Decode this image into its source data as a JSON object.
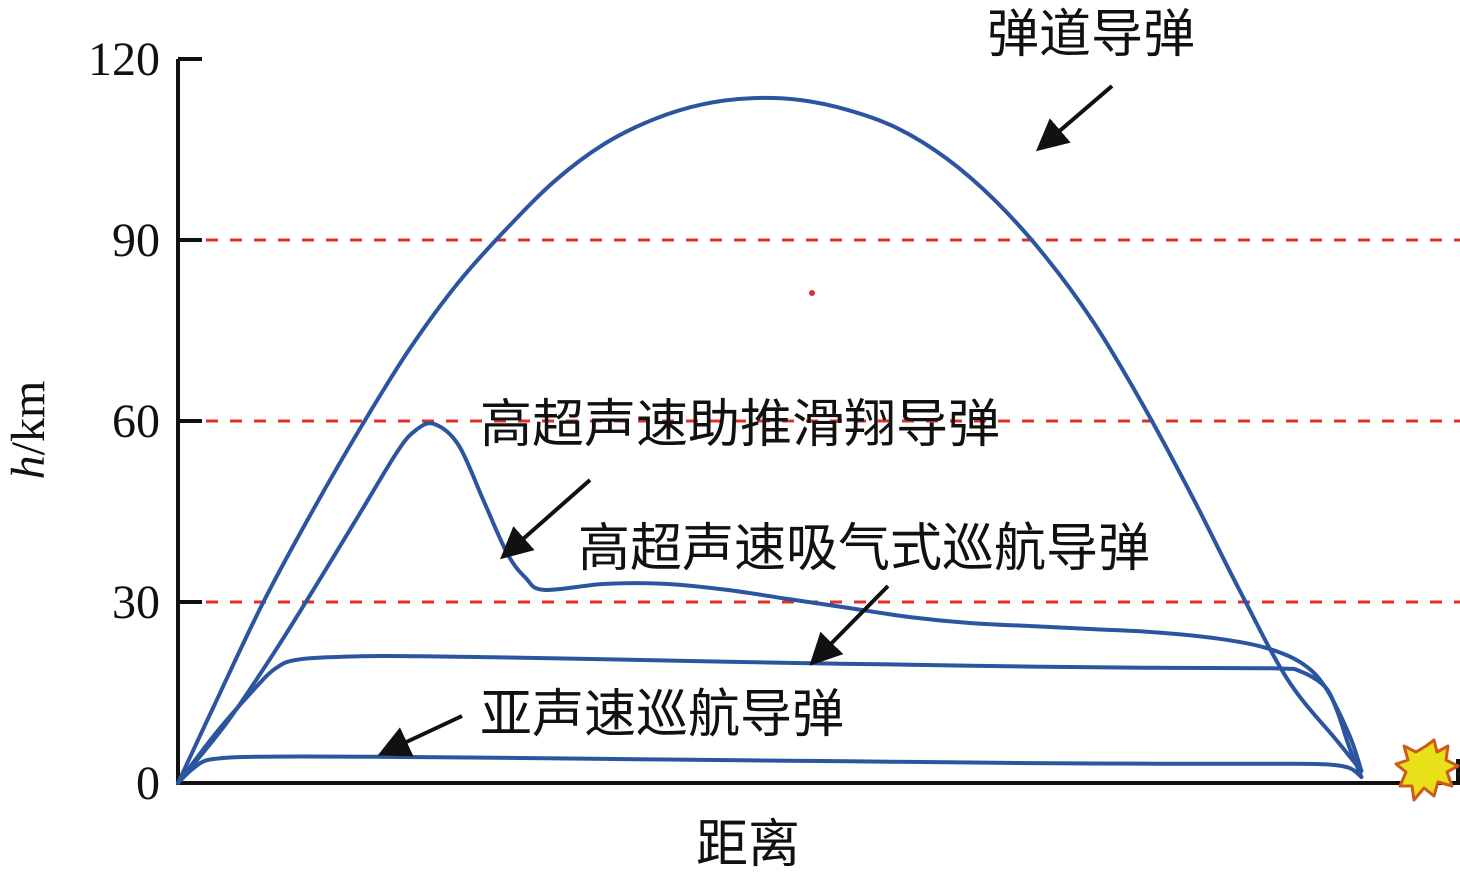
{
  "chart_data": {
    "type": "line",
    "xlabel": "距离",
    "ylabel_italic": "h",
    "ylabel_unit": "/km",
    "ylim": [
      0,
      120
    ],
    "yticks": [
      0,
      30,
      60,
      90,
      120
    ],
    "xlim": [
      0,
      100
    ],
    "grid": {
      "dashed_horizontal_at": [
        30,
        60,
        90
      ],
      "color": "#e0302a"
    },
    "line_color": "#2c55a0",
    "series": [
      {
        "name": "弹道导弹",
        "x": [
          0,
          3,
          7,
          11,
          15,
          19,
          23,
          27,
          31,
          35,
          39,
          43,
          47,
          51,
          55,
          59,
          63,
          67,
          71,
          75,
          79,
          83,
          87,
          91,
          95,
          97
        ],
        "y": [
          0,
          13,
          30,
          45,
          59,
          72,
          83,
          92,
          100,
          106,
          110,
          112.5,
          113.5,
          113.2,
          111.5,
          108.5,
          103.5,
          96.5,
          87.5,
          76.5,
          63,
          48,
          32,
          17,
          7,
          2
        ]
      },
      {
        "name": "高超声速助推滑翔导弹",
        "x": [
          0,
          4,
          8,
          12,
          15,
          18,
          19.5,
          21,
          23,
          25,
          27,
          28.5,
          30,
          35,
          40,
          45,
          50,
          55,
          60,
          65,
          70,
          75,
          80,
          85,
          89,
          92,
          94,
          96,
          97
        ],
        "y": [
          0,
          10,
          22,
          35,
          45,
          55,
          58.5,
          59.5,
          56,
          47,
          38,
          34,
          32,
          33,
          33,
          32,
          30.5,
          29,
          27.5,
          26.5,
          26,
          25.5,
          25,
          24,
          22.5,
          20,
          16,
          8,
          2
        ]
      },
      {
        "name": "高超声速吸气式巡航导弹",
        "x": [
          0,
          3,
          6,
          8,
          10,
          15,
          20,
          30,
          40,
          50,
          60,
          70,
          80,
          90,
          92,
          94,
          95,
          96,
          97
        ],
        "y": [
          0,
          8,
          15,
          19,
          20.5,
          21,
          21,
          20.7,
          20.3,
          19.9,
          19.6,
          19.3,
          19.1,
          19,
          18.5,
          16,
          12,
          6,
          1
        ]
      },
      {
        "name": "亚声速巡航导弹",
        "x": [
          0,
          1,
          2,
          3,
          5,
          10,
          20,
          30,
          40,
          50,
          60,
          70,
          80,
          90,
          94,
          96,
          97
        ],
        "y": [
          0,
          2,
          3.5,
          4,
          4.3,
          4.4,
          4.3,
          4.1,
          3.9,
          3.7,
          3.5,
          3.3,
          3.2,
          3.2,
          3.1,
          2.5,
          1
        ]
      }
    ],
    "annotations": [
      {
        "text": "弹道导弹"
      },
      {
        "text": "高超声速助推滑翔导弹"
      },
      {
        "text": "高超声速吸气式巡航导弹"
      },
      {
        "text": "亚声速巡航导弹"
      }
    ]
  }
}
